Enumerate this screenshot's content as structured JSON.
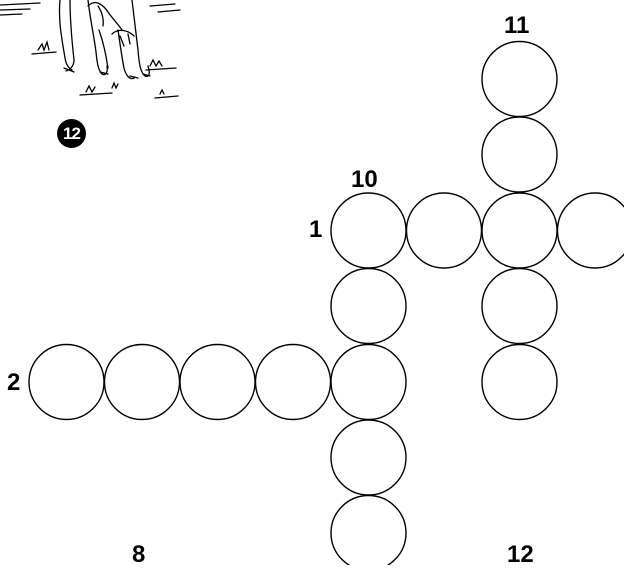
{
  "puzzle": {
    "badge_number": "12",
    "clue_numbers": {
      "n11": "11",
      "n10": "10",
      "n1": "1",
      "n2": "2",
      "n8": "8",
      "n12": "12"
    }
  },
  "illustration": {
    "subject": "animal-sketch"
  },
  "colors": {
    "ink": "#000000",
    "paper": "#ffffff"
  }
}
